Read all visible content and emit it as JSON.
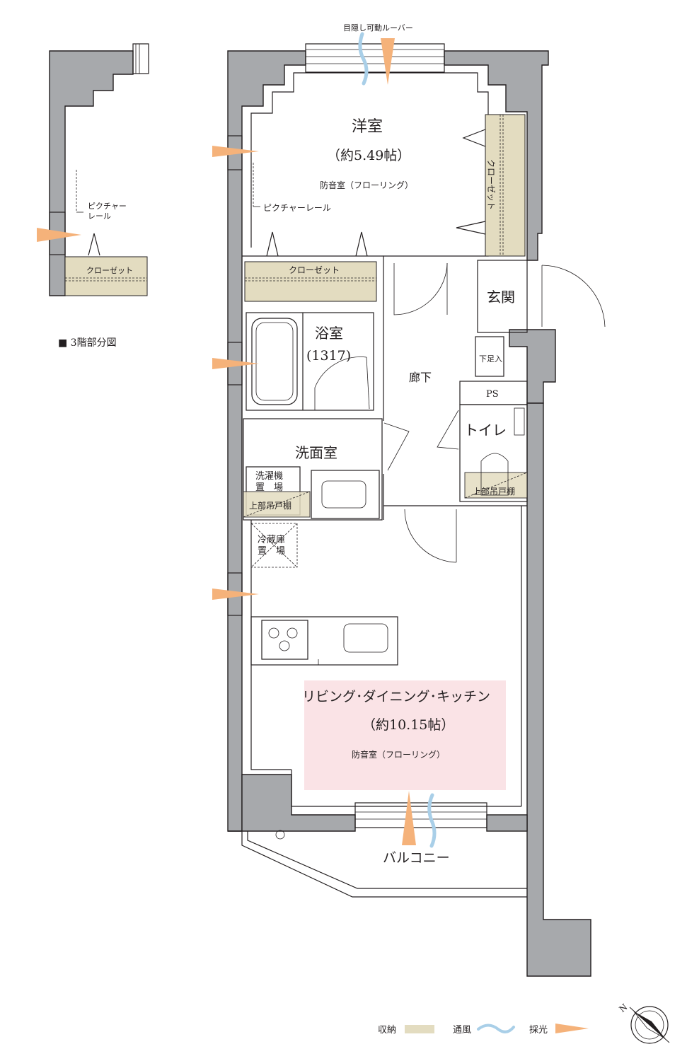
{
  "top_label": "目隠し可動ルーバー",
  "rooms": {
    "western": {
      "name": "洋室",
      "size": "（約5.49帖）",
      "note": "防音室（フローリング）"
    },
    "closet_vertical": "クローゼット",
    "closet_horizontal": "クローゼット",
    "picture_rail": "ピクチャーレール",
    "entrance": "玄関",
    "shoe_box": "下足入",
    "bath": {
      "name": "浴室",
      "size": "(1317)"
    },
    "corridor": "廊下",
    "ps": "PS",
    "toilet": "トイレ",
    "toilet_shelf": "上部吊戸棚",
    "washroom": "洗面室",
    "washer": {
      "line1": "洗濯機",
      "line2": "置　場"
    },
    "wash_shelf": "上部吊戸棚",
    "fridge": {
      "line1": "冷蔵庫",
      "line2": "置　場"
    },
    "ldk": {
      "name": "リビング･ダイニング･キッチン",
      "size": "（約10.15帖）",
      "note": "防音室（フローリング）"
    },
    "balcony": "バルコニー"
  },
  "third_floor": {
    "caption": "■ 3階部分図",
    "picture_rail_line1": "ピクチャー",
    "picture_rail_line2": "レール",
    "closet": "クローゼット"
  },
  "legend": {
    "storage": "収納",
    "ventilation": "通風",
    "daylight": "採光",
    "storage_color": "#e3dcc0",
    "ventilation_color": "#a9cfe8",
    "daylight_color": "#f5b27a"
  },
  "compass": {
    "north": "N"
  }
}
